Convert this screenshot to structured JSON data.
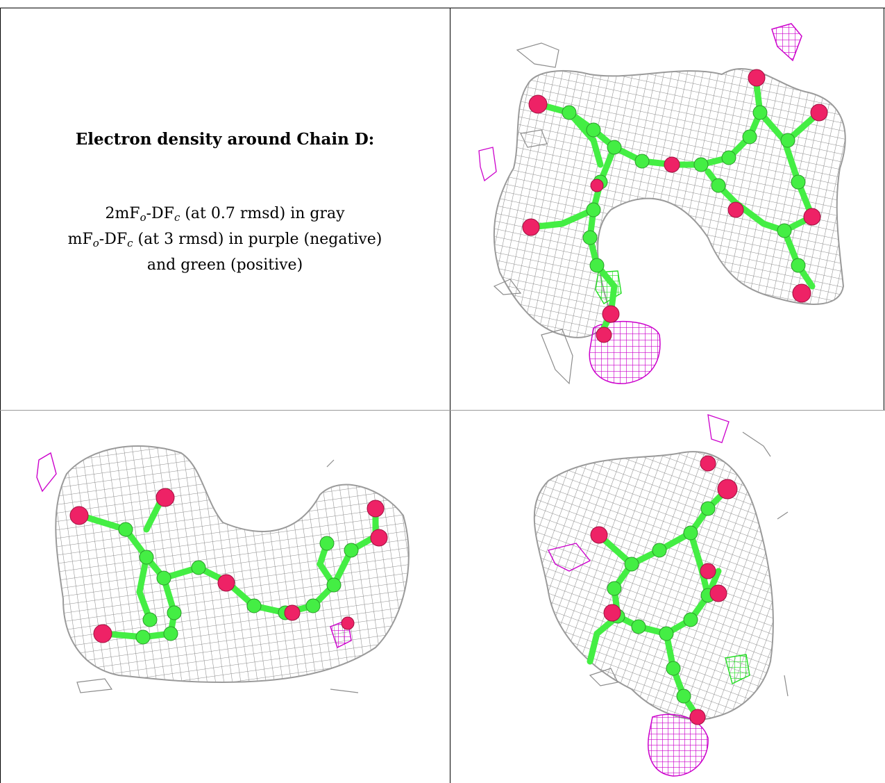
{
  "caption": {
    "title": "Electron density around Chain D:",
    "line1": {
      "a": "2mF",
      "o": "o",
      "b": "-DF",
      "c": "c",
      "rest": " (at 0.7 rmsd) in gray"
    },
    "line2": {
      "a": "mF",
      "o": "o",
      "b": "-DF",
      "c": "c",
      "rest": " (at 3 rmsd) in purple (negative)"
    },
    "line3": "and green (positive)"
  },
  "colors": {
    "mesh_gray": "#8c8c8c",
    "mesh_purple": "#cc00cc",
    "mesh_green": "#22dd22",
    "carbon_green": "#44ee44",
    "oxygen_pink": "#ee2266"
  },
  "panels": [
    {
      "id": "top-right",
      "description_visible": false
    },
    {
      "id": "bottom-left",
      "description_visible": false
    },
    {
      "id": "bottom-right",
      "description_visible": false
    }
  ]
}
